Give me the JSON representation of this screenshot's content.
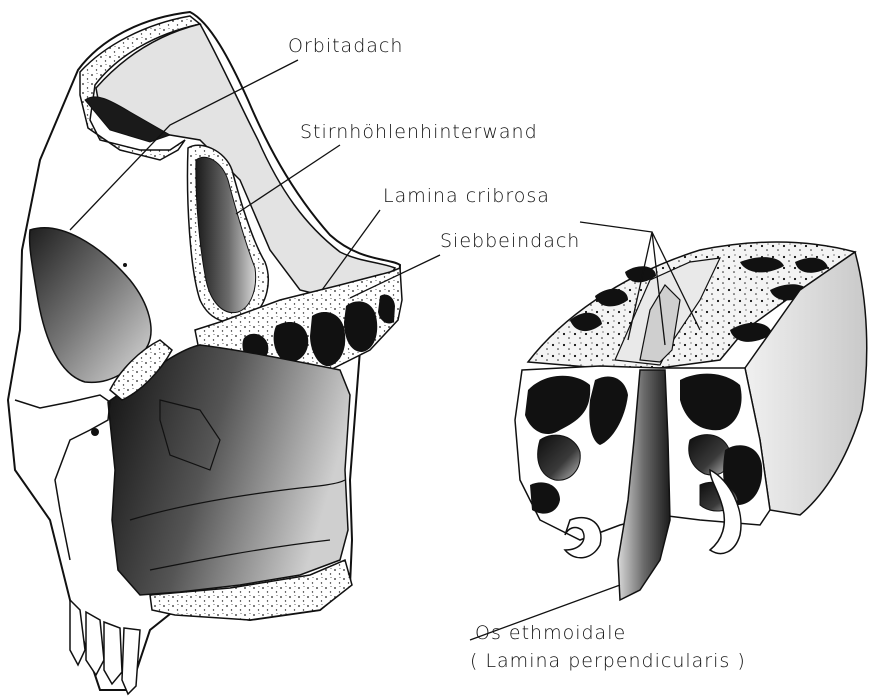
{
  "labels": {
    "orbitadach": "Orbitadach",
    "stirnhoehlenhinterwand": "Stirnhöhlenhinterwand",
    "lamina_cribrosa": "Lamina cribrosa",
    "siebbeindach": "Siebbeindach",
    "os_ethmoidale": "Os ethmoidale",
    "lamina_perpendicularis": "( Lamina perpendicularis )"
  },
  "colors": {
    "ink": "#111111",
    "paper": "#ffffff",
    "light_tone": "#e3e3e3",
    "mid_tone": "#9a9a9a",
    "dark_tone": "#1a1a1a"
  }
}
